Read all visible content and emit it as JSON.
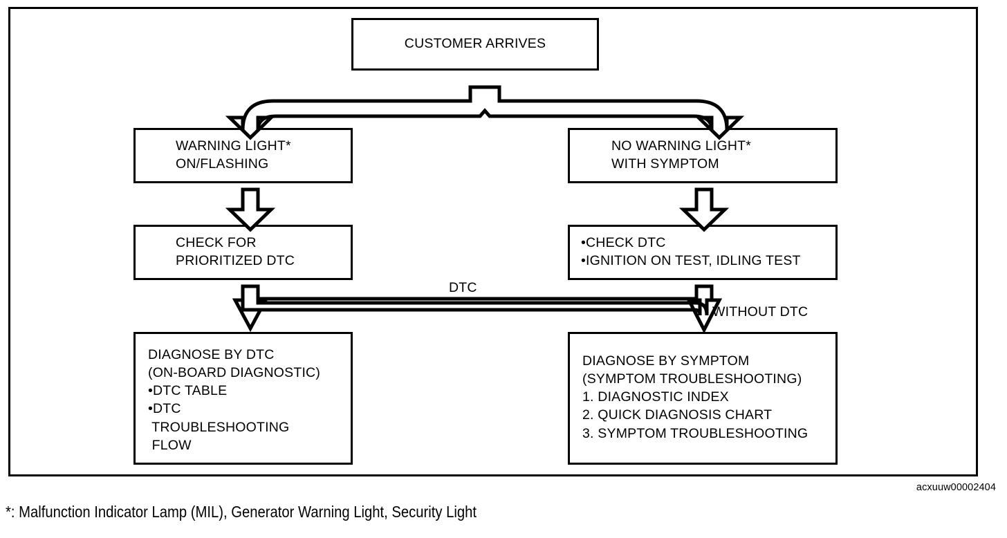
{
  "figure": {
    "code": "acxuuw00002404",
    "footnote": "*: Malfunction Indicator Lamp (MIL), Generator Warning Light, Security Light"
  },
  "nodes": {
    "customer_arrives": {
      "line1": "CUSTOMER ARRIVES"
    },
    "warning_light": {
      "line1": "WARNING LIGHT*",
      "line2": "ON/FLASHING"
    },
    "no_warning_light": {
      "line1": "NO WARNING LIGHT*",
      "line2": "WITH SYMPTOM"
    },
    "check_prioritized_dtc": {
      "line1": "CHECK FOR",
      "line2": "PRIORITIZED DTC"
    },
    "check_dtc": {
      "line1": "•CHECK DTC",
      "line2": "•IGNITION ON TEST, IDLING TEST"
    },
    "diagnose_by_dtc": {
      "line1": "DIAGNOSE BY DTC",
      "line2": "(ON-BOARD DIAGNOSTIC)",
      "line3": "•DTC TABLE",
      "line4": "•DTC",
      "line5": " TROUBLESHOOTING",
      "line6": " FLOW"
    },
    "diagnose_by_symptom": {
      "line1": "DIAGNOSE BY SYMPTOM",
      "line2": "(SYMPTOM TROUBLESHOOTING)",
      "line3": "1. DIAGNOSTIC INDEX",
      "line4": "2. QUICK DIAGNOSIS CHART",
      "line5": "3. SYMPTOM TROUBLESHOOTING"
    }
  },
  "edge_labels": {
    "dtc": "DTC",
    "without_dtc": "WITHOUT DTC"
  },
  "colors": {
    "ink": "#000000",
    "paper": "#ffffff"
  }
}
